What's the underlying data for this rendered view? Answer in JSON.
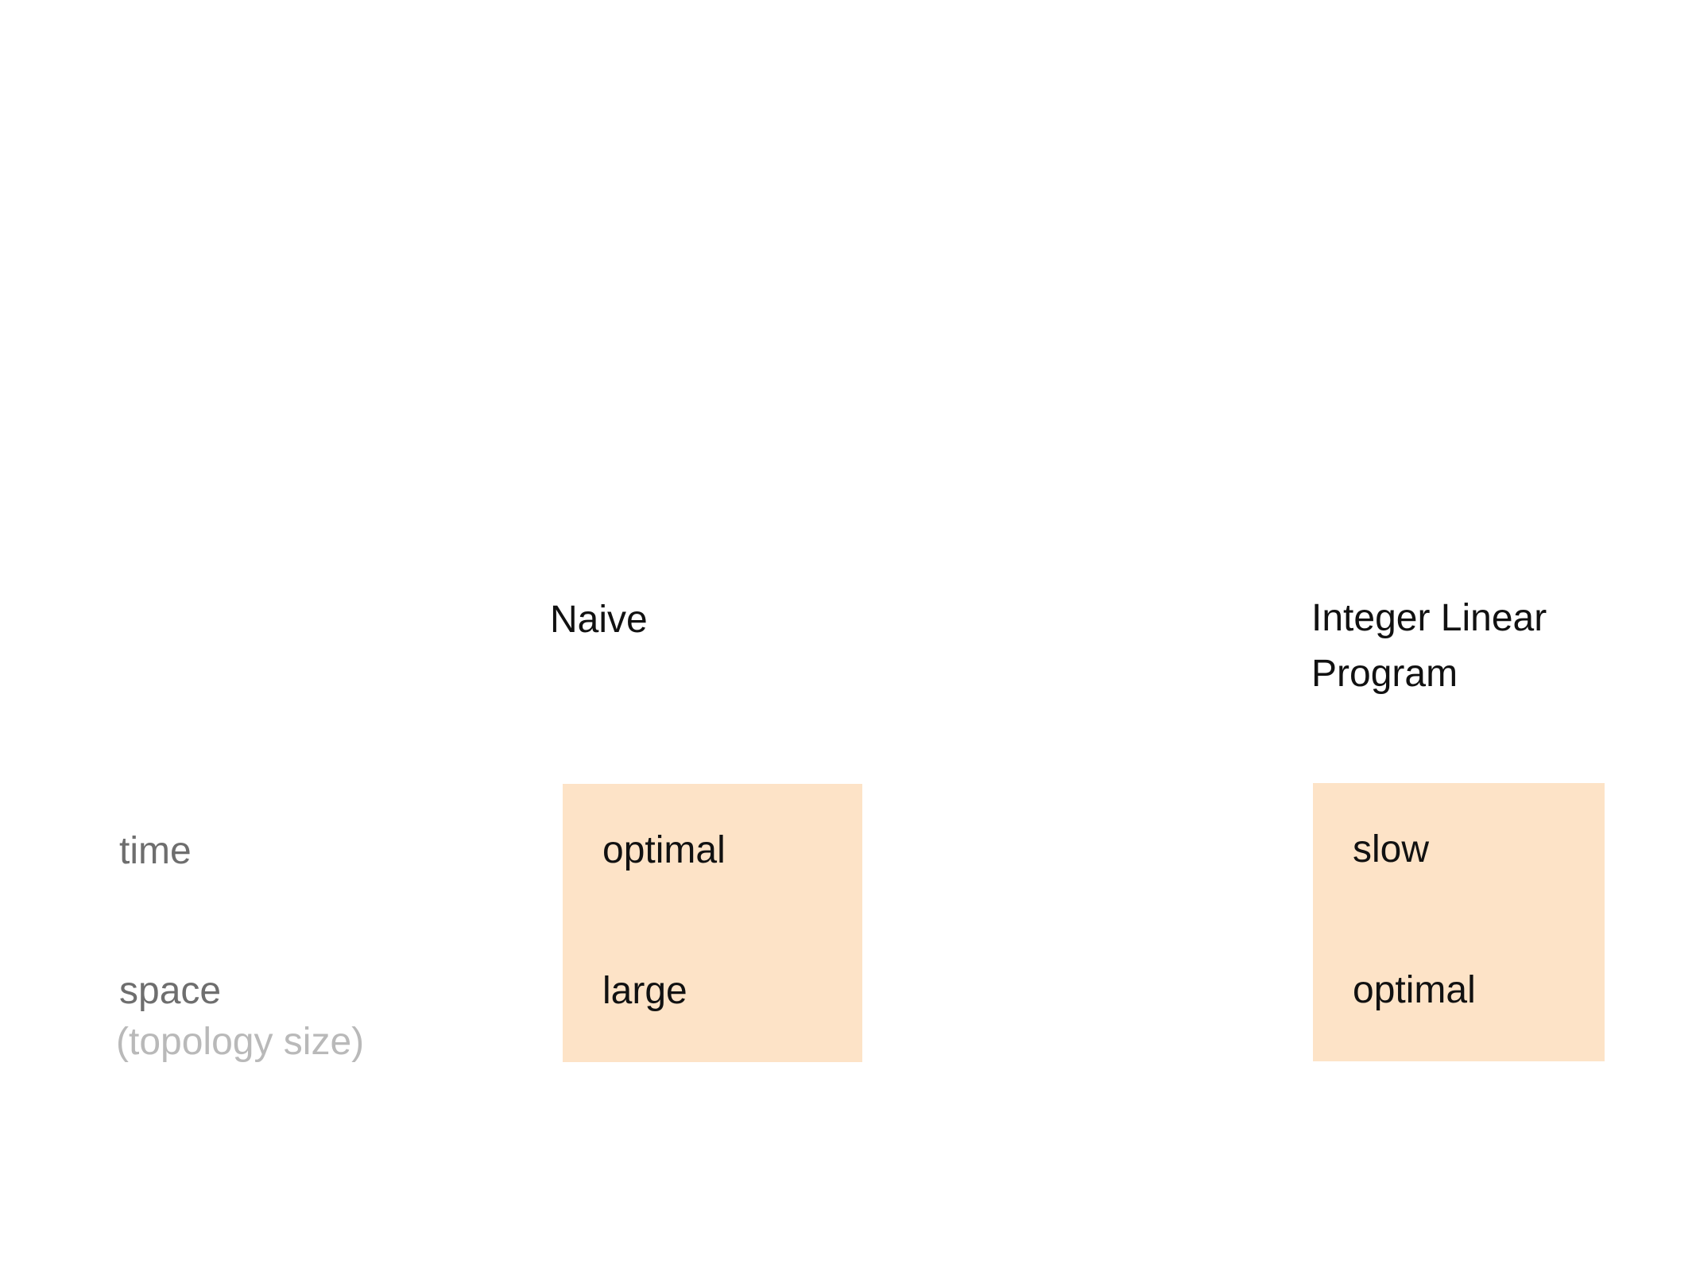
{
  "comparison": {
    "columns": [
      {
        "label": "Naive",
        "cells": {
          "time": "optimal",
          "space": "large"
        }
      },
      {
        "label": "Integer Linear Program",
        "cells": {
          "time": "slow",
          "space": "optimal"
        }
      }
    ],
    "rows": [
      {
        "label": "time"
      },
      {
        "label": "space",
        "sublabel": "(topology size)"
      }
    ],
    "colors": {
      "cell_bg": "#fde3c7",
      "header_text": "#111111",
      "cell_text": "#111111",
      "row_label": "#6e6e6e",
      "row_sublabel": "#b9b9b9",
      "background": "#ffffff"
    }
  }
}
